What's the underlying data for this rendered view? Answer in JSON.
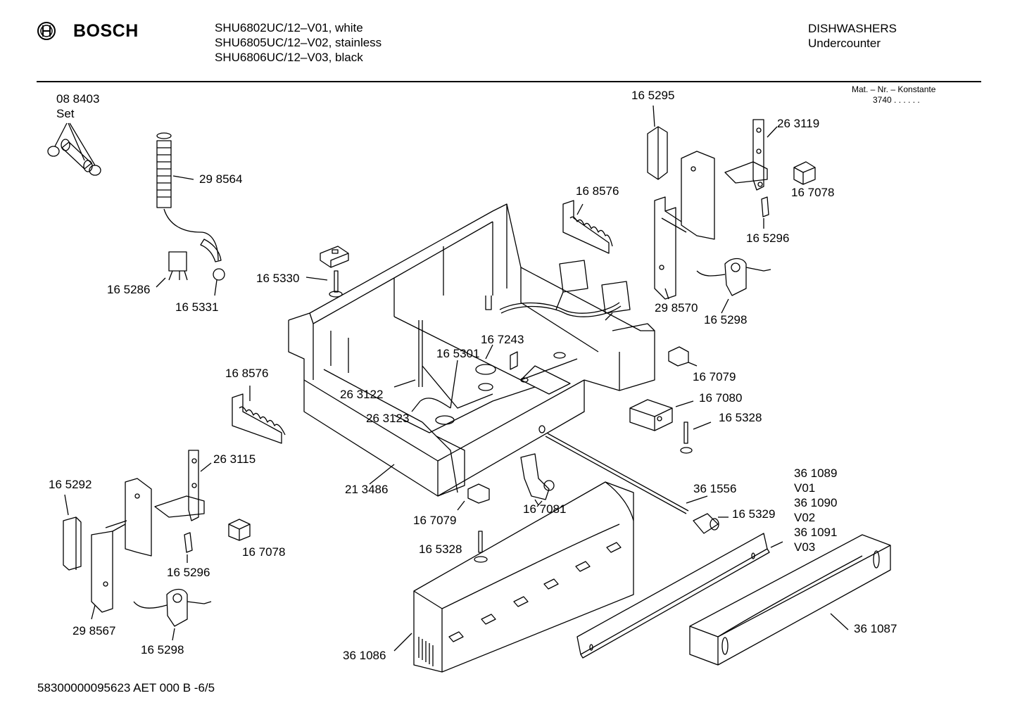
{
  "header": {
    "brand": "BOSCH",
    "models": [
      "SHU6802UC/12–V01, white",
      "SHU6805UC/12–V02, stainless",
      "SHU6806UC/12–V03, black"
    ],
    "category": "DISHWASHERS",
    "subcategory": "Undercounter",
    "mat_label": "Mat. – Nr. – Konstante",
    "mat_value": "3740 .  .  .  .  .  ."
  },
  "footer": {
    "doc_id": "58300000095623 AET 000 B  -6/5"
  },
  "parts": [
    {
      "id": "p088403",
      "label": "08 8403"
    },
    {
      "id": "pset",
      "label": "Set"
    },
    {
      "id": "p298564",
      "label": "29 8564"
    },
    {
      "id": "p165286",
      "label": "16 5286"
    },
    {
      "id": "p165331",
      "label": "16 5331"
    },
    {
      "id": "p165330",
      "label": "16 5330"
    },
    {
      "id": "p165295",
      "label": "16 5295"
    },
    {
      "id": "p263119",
      "label": "26 3119"
    },
    {
      "id": "p167078a",
      "label": "16 7078"
    },
    {
      "id": "p168576a",
      "label": "16 8576"
    },
    {
      "id": "p165296a",
      "label": "16 5296"
    },
    {
      "id": "p298570",
      "label": "29 8570"
    },
    {
      "id": "p165298a",
      "label": "16 5298"
    },
    {
      "id": "p167243",
      "label": "16 7243"
    },
    {
      "id": "p165301",
      "label": "16 5301"
    },
    {
      "id": "p168576b",
      "label": "16 8576"
    },
    {
      "id": "p263122",
      "label": "26 3122"
    },
    {
      "id": "p263123",
      "label": "26 3123"
    },
    {
      "id": "p167079a",
      "label": "16 7079"
    },
    {
      "id": "p167080",
      "label": "16 7080"
    },
    {
      "id": "p165328a",
      "label": "16 5328"
    },
    {
      "id": "p263115",
      "label": "26 3115"
    },
    {
      "id": "p165292",
      "label": "16 5292"
    },
    {
      "id": "p213486",
      "label": "21 3486"
    },
    {
      "id": "p361556",
      "label": "36 1556"
    },
    {
      "id": "p361089",
      "label": "36 1089"
    },
    {
      "id": "pv01",
      "label": "V01"
    },
    {
      "id": "p361090",
      "label": "36 1090"
    },
    {
      "id": "pv02",
      "label": "V02"
    },
    {
      "id": "p361091",
      "label": "36 1091"
    },
    {
      "id": "pv03",
      "label": "V03"
    },
    {
      "id": "p165329",
      "label": "16 5329"
    },
    {
      "id": "p167079b",
      "label": "16 7079"
    },
    {
      "id": "p167081",
      "label": "16 7081"
    },
    {
      "id": "p167078b",
      "label": "16 7078"
    },
    {
      "id": "p165296b",
      "label": "16 5296"
    },
    {
      "id": "p165328b",
      "label": "16 5328"
    },
    {
      "id": "p298567",
      "label": "29 8567"
    },
    {
      "id": "p165298b",
      "label": "16 5298"
    },
    {
      "id": "p361086",
      "label": "36 1086"
    },
    {
      "id": "p361087",
      "label": "36 1087"
    }
  ]
}
